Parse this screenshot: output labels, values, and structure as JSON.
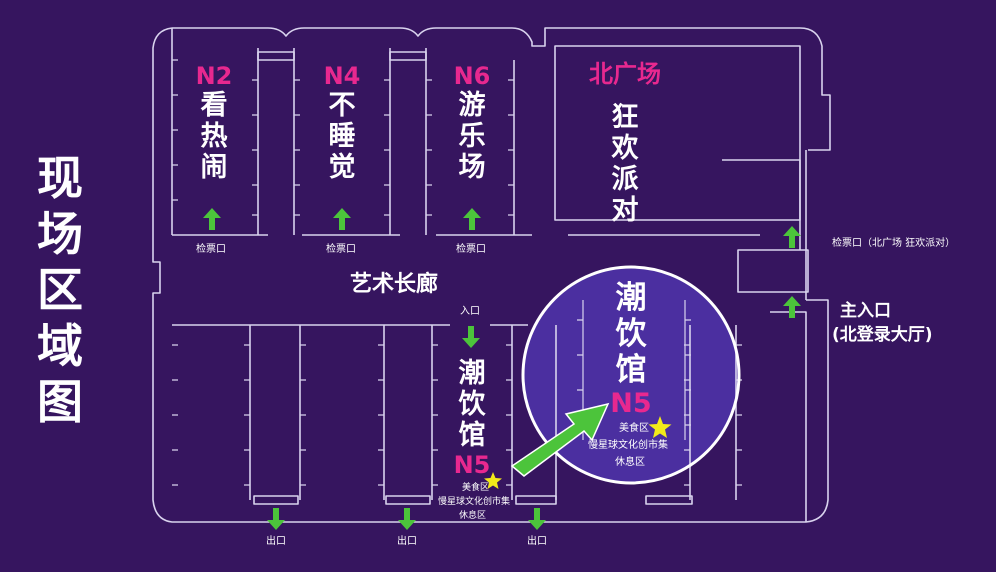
{
  "title": "现场区域图",
  "halls": {
    "n2": {
      "code": "N2",
      "name": "看热闹"
    },
    "n4": {
      "code": "N4",
      "name": "不睡觉"
    },
    "n6": {
      "code": "N6",
      "name": "游乐场"
    },
    "north_plaza": {
      "code": "北广场",
      "name": "狂欢派对"
    },
    "n5": {
      "code": "N5",
      "name": "潮饮馆"
    },
    "n5_zoom": {
      "code": "N5",
      "name": "潮饮馆"
    }
  },
  "corridor": "艺术长廊",
  "checkpoints": {
    "n2": "检票口",
    "n4": "检票口",
    "n6": "检票口",
    "north_plaza": "检票口（北广场 狂欢派对）"
  },
  "entrance_n5": "入口",
  "main_entrance": {
    "line1": "主入口",
    "line2": "(北登录大厅)"
  },
  "exits": [
    "出口",
    "出口",
    "出口"
  ],
  "n5_zones": {
    "food": "美食区",
    "market": "慢星球文化创市集",
    "rest": "休息区"
  },
  "colors": {
    "background": "#36155f",
    "accent": "#e8288f",
    "arrow": "#4cc43b",
    "star": "#f2ea1a"
  }
}
